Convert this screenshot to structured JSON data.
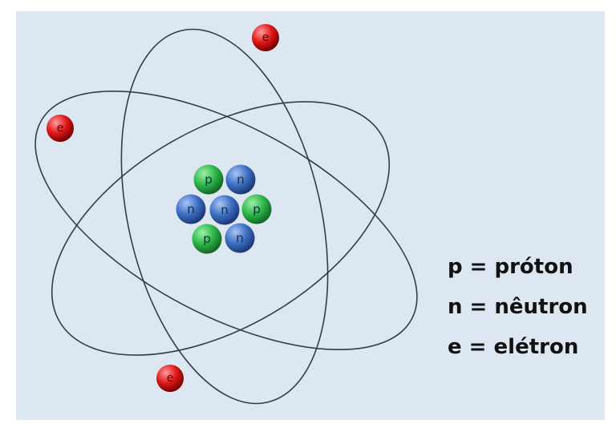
{
  "nucleus": {
    "particles": [
      {
        "kind": "proton",
        "label": "p"
      },
      {
        "kind": "neutron",
        "label": "n"
      },
      {
        "kind": "neutron",
        "label": "n"
      },
      {
        "kind": "neutron",
        "label": "n"
      },
      {
        "kind": "proton",
        "label": "p"
      },
      {
        "kind": "proton",
        "label": "p"
      },
      {
        "kind": "neutron",
        "label": "n"
      }
    ]
  },
  "electrons": [
    {
      "label": "e"
    },
    {
      "label": "e"
    },
    {
      "label": "e"
    }
  ],
  "legend": {
    "proton": "p = próton",
    "neutron": "n = nêutron",
    "electron": "e = elétron"
  },
  "colors": {
    "background": "#dce7f2",
    "proton": "#2db84a",
    "neutron": "#3e6fc4",
    "electron": "#e01818",
    "orbit": "#2f3e4c"
  }
}
